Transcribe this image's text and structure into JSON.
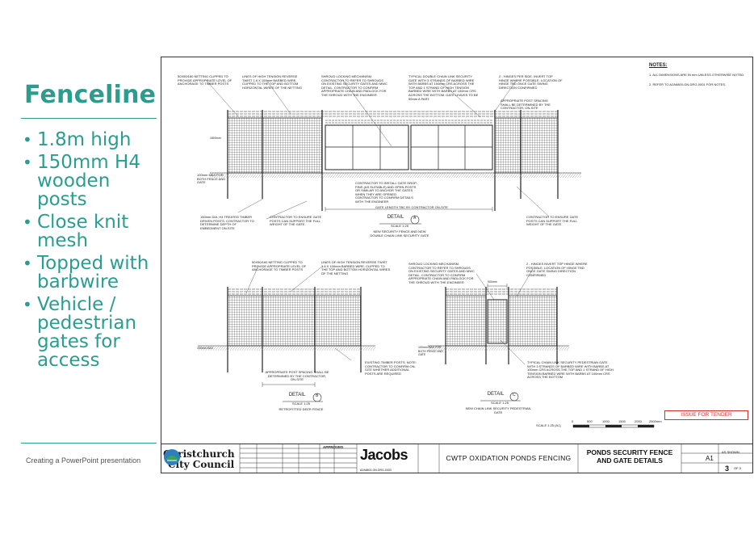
{
  "slide": {
    "title": "Fenceline",
    "bullets": [
      "1.8m high",
      "150mm H4 wooden posts",
      "Close knit mesh",
      "Topped with barbwire",
      "Vehicle / pedestrian gates for access"
    ],
    "footer": "Creating a PowerPoint presentation"
  },
  "drawing": {
    "notes_heading": "NOTES:",
    "notes": [
      "1.   ALL DIMENSIONS ARE IN mm UNLESS OTHERWISE NOTED.",
      "2.   REFER TO A2A6800-GN-DRG-0001 FOR NOTES."
    ],
    "callouts": {
      "a1": "50X50/160 NETTING CLIPPED TO PROVIDE APPROPRIATE LEVEL OF ANCHORAGE TO TIMBER POSTS",
      "a2": "LINES OF HIGH TENSION REVERSE TWIST 1.6 X 100mm BARBED WIRE, CLIPPED TO THE TOP AND BOTTOM HORIZONTAL WIRES OF THE NETTING",
      "a3": "SHROUD LOCKING MECHANISM. CONTRACTOR TO REFER TO SHROUDS ON EXISTING SECURITY GATES AND MWC DETAIL. CONTRACTOR TO CONFIRM APPROPRIATE CHAIN AND PADLOCK FOR THE SHROUD WITH THE ENGINEER",
      "a4": "TYPICAL DOUBLE CHAIN LINK SECURITY GATE WITH 3 STRANDS OF BARBED WIRE WITH BARBS AT 100mm CRS ACROSS THE TOP AND 1 STRAND OF HIGH TENSION BARBED WIRE WITH BARBS AT 100mm CRS ACROSS THE BOTTOM. GATE LEAVES TO BE 50mm A PART.",
      "a5": "2 - HINGES PER SIDE. INVERT TOP HINGE WHERE POSSIBLE. LOCATION OF HINGE TBD ONCE GATE SWING DIRECTION CONFIRMED",
      "a6": "APPROPRIATE POST SPACING SHALL BE DETERMINED BY THE CONTRACTOR, ON-SITE",
      "a7": "100mm MAX FOR BOTH FENCE AND GATE",
      "a8": "CONTRACTOR TO INSTALL GATE DROP-PINS (AS SUITABLE) AND OPEN-POSTS OR SIMILAR TO ANCHOR THE GATES WHEN THEY ARE OPENED. CONTRACTOR TO CONFIRM DETAILS WITH THE ENGINEER",
      "a9": "150mm DIA. H4 TREATED TIMBER DRIVEN POSTS. CONTRACTOR TO DETERMINE DEPTH OF EMBEDMENT ON-SITE",
      "a10": "CONTRACTOR TO ENSURE GATE POSTS CAN SUPPORT THE FULL WEIGHT OF THE GATE.",
      "a11": "GATE LENGTH TBC BY CONTRACTOR ON-SITE",
      "a12": "CONTRACTOR TO ENSURE GATE POSTS CAN SUPPORT THE FULL WEIGHT OF THE GATE.",
      "b1": "50X50/160 NETTING CLIPPED TO PROVIDE APPROPRIATE LEVEL OF ANCHORAGE TO TIMBER POSTS",
      "b2": "LINES OF HIGH TENSION REVERSE TWIST 1.6 X 100mm BARBED WIRE, CLIPPED TO THE TOP AND BOTTOM HORIZONTAL WIRES OF THE NETTING",
      "b3": "EXISTING TIMBER POSTS. NOTE: CONTRACTOR TO CONFIRM ON-SITE WHETHER ADDITIONAL POSTS ARE REQUIRED",
      "b4": "APPROPRIATE POST SPACING SHALL BE DETERMINED BY THE CONTRACTOR, ON-SITE",
      "c1": "SHROUD LOCKING MECHANISM. CONTRACTOR TO REFER TO SHROUDS ON EXISTING SECURITY GATES AND MWC DETAIL. CONTRACTOR TO CONFIRM APPROPRIATE CHAIN AND PADLOCK FOR THE SHROUD WITH THE ENGINEER",
      "c2": "2 - HINGES INVERT TOP HINGE WHERE POSSIBLE. LOCATION OF HINGE TBD ONCE GATE SWING DIRECTION CONFIRMED",
      "c3": "100mm MAX FOR BOTH FENCE AND GATE",
      "c4": "TYPICAL CHAIN LINK SECURITY PEDESTRIAN GATE WITH 3 STRANDS OF BARBED WIRE WITH BARBS AT 100mm CRS ACROSS THE TOP AND 1 STRAND OF HIGH TENSION BARBED WIRE WITH BARBS AT 100mm CRS ACROSS THE BOTTOM"
    },
    "dims": {
      "fence_height": "1800mm",
      "gate_width": "900mm",
      "base_gap_a": "100mm MAX",
      "base_gap_b": "100mm MAX"
    },
    "details": [
      {
        "label": "DETAIL",
        "letter": "A",
        "scale": "SCALE 1:25",
        "caption": "NEW SECURITY FENCE AND NEW DOUBLE CHAIN LINK SECURITY GATE"
      },
      {
        "label": "DETAIL",
        "letter": "B",
        "scale": "SCALE 1:25",
        "caption": "RETROFITTED DEER FENCE"
      },
      {
        "label": "DETAIL",
        "letter": "C",
        "scale": "SCALE 1:25",
        "caption": "NEW CHAIN LINK SECURITY PEDESTRIAN GATE"
      }
    ],
    "scale_bar": {
      "label": "SCALE 1:25 (A1)",
      "ticks": [
        "0",
        "500",
        "1000",
        "1500",
        "2000",
        "2500mm"
      ]
    },
    "stamp": "ISSUE FOR TENDER",
    "title_block": {
      "client_line1": "Christchurch",
      "client_line2": "City Council",
      "consultant": "Jacobs",
      "project": "CWTP OXIDATION PONDS FENCING",
      "drawing_title": "PONDS SECURITY FENCE AND GATE DETAILS",
      "scale": "AS SHOWN",
      "size": "A1",
      "sheet": "3",
      "sheet_of": "OF 3",
      "drawing_no": "A2A6800-GN-DRG-0003",
      "approved": "APPROVED"
    }
  }
}
